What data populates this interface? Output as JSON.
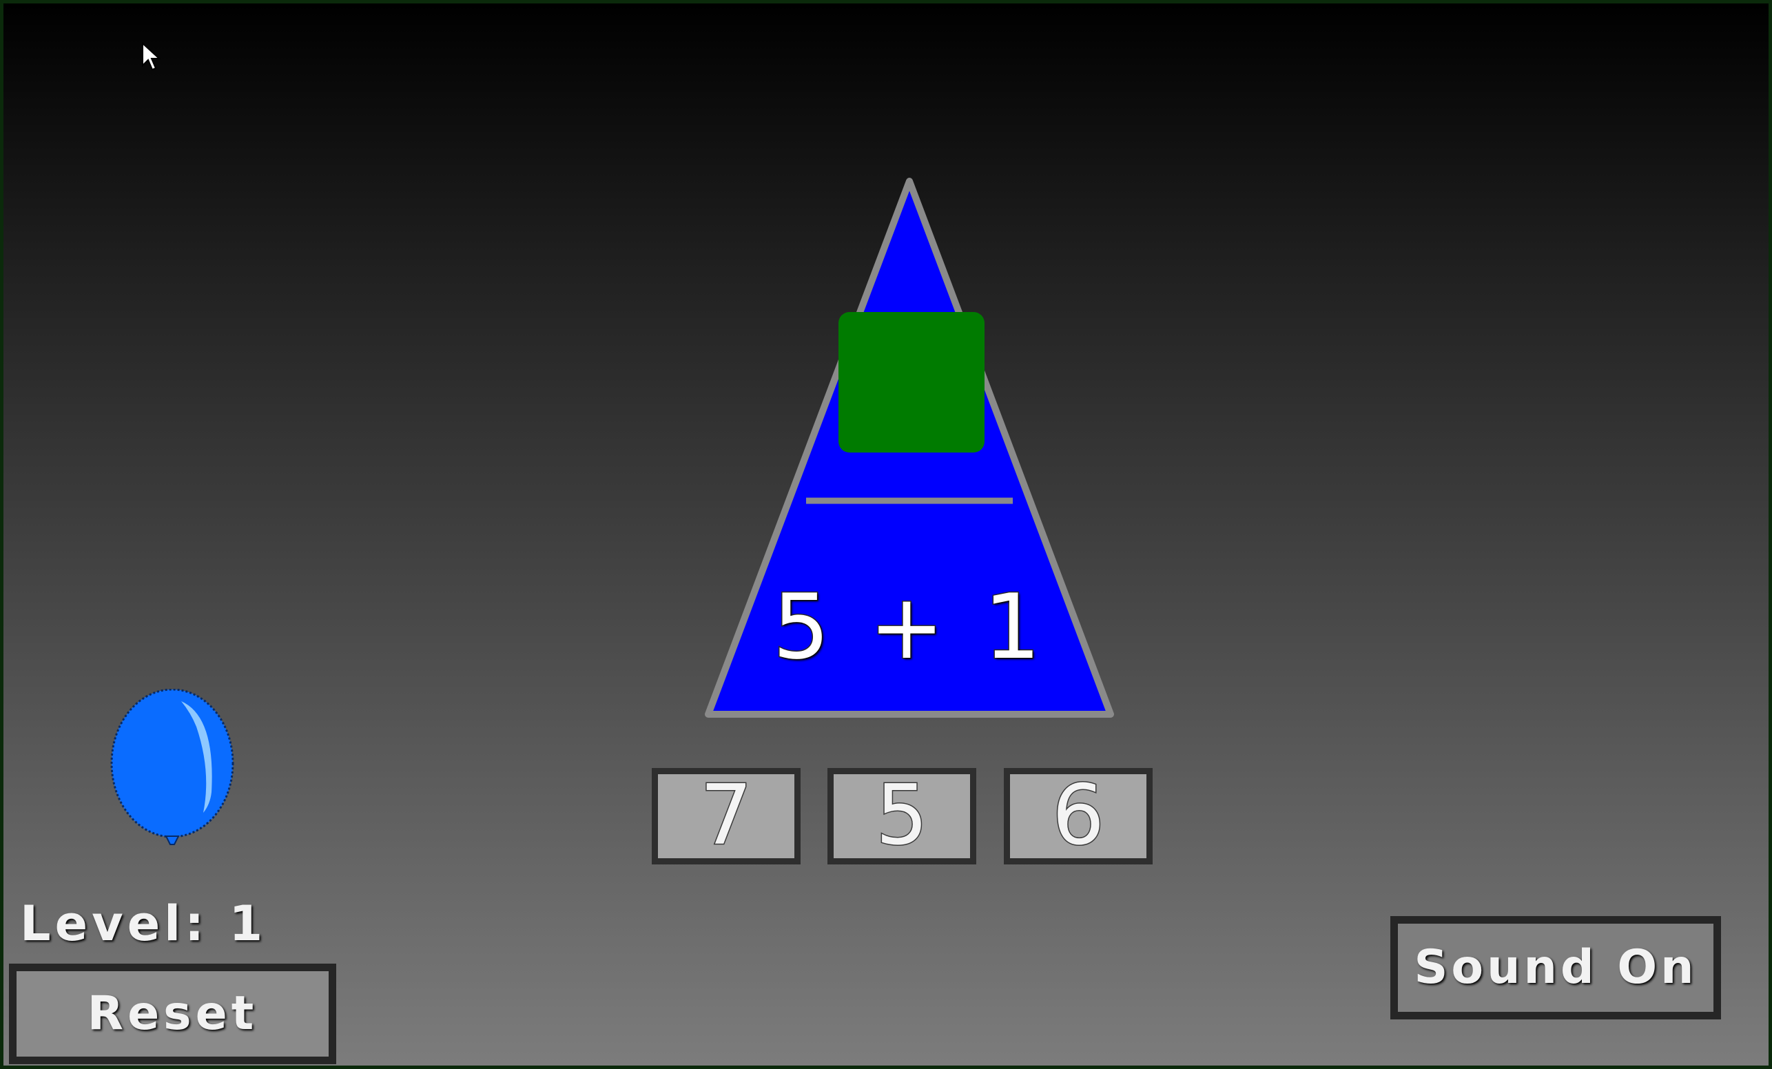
{
  "game": {
    "equation": "5 + 1",
    "answer_slot": "",
    "choices": [
      "7",
      "5",
      "6"
    ],
    "level_label": "Level: 1",
    "reset_label": "Reset",
    "sound_label": "Sound On"
  },
  "colors": {
    "pyramid_fill": "#0000ff",
    "pyramid_outline": "#8a8a8a",
    "answer_slot": "#007b00",
    "choice_fill": "#a6a6a6",
    "button_fill": "#8a8a8a",
    "button_border": "#262626",
    "balloon": "#0a6cff"
  },
  "icons": {
    "balloon": "blue-balloon-icon",
    "cursor": "mouse-pointer-icon"
  }
}
